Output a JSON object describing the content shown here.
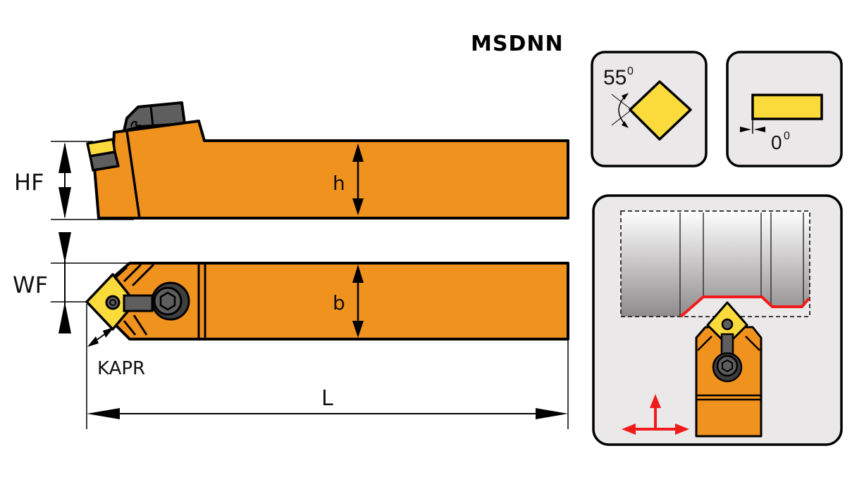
{
  "title": "MSDNN",
  "dimensions": {
    "hf": "HF",
    "wf": "WF",
    "h": "h",
    "b": "b",
    "l": "L",
    "kapr": "KAPR"
  },
  "insert_angle_panel": {
    "angle_value": "55",
    "angle_unit": "0"
  },
  "clearance_panel": {
    "angle_value": "0",
    "angle_unit": "0"
  },
  "colors": {
    "holder_orange": "#F0921E",
    "insert_yellow": "#FBDB3C",
    "clamp_gray": "#5E5E5E",
    "panel_bg": "#EAE8E9",
    "cut_red": "#F21B1B"
  },
  "icons": {
    "feed_arrows": "red-feed-direction-arrows",
    "insert": "rhombic-insert"
  }
}
